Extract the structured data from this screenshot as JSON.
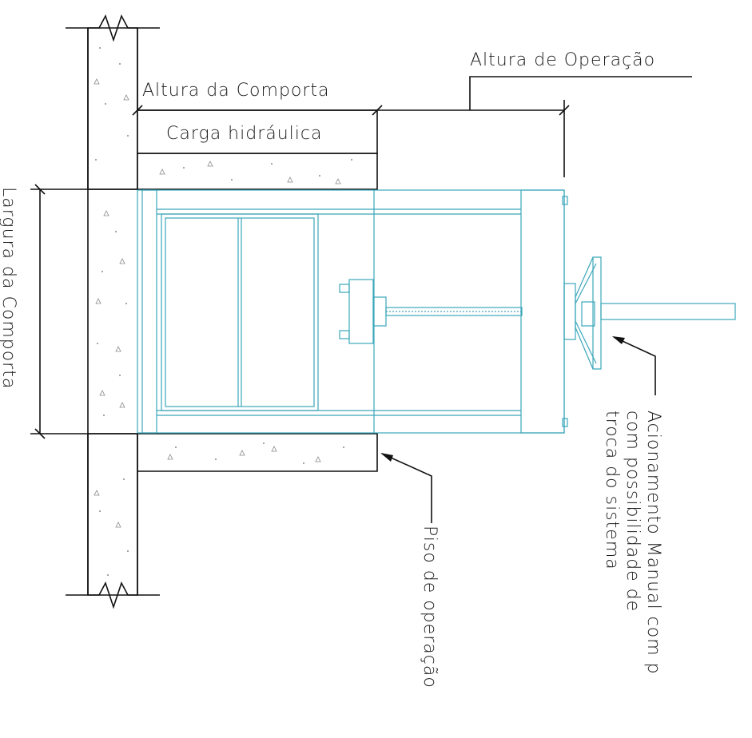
{
  "drawing": {
    "labels": {
      "altura_operacao": "Altura de Operação",
      "altura_comporta": "Altura da Comporta",
      "carga_hidraulica": "Carga hidráulica",
      "largura_comporta": "Largura da Comporta",
      "piso_operacao": "Piso de operação",
      "acionamento_line1": "Acionamento Manual com p",
      "acionamento_line2": "com possibilidade de",
      "acionamento_line3": "troca do sistema"
    },
    "colors": {
      "outline": "#111111",
      "gate": "#3aa6b9",
      "concrete_speckle": "#888888"
    }
  }
}
